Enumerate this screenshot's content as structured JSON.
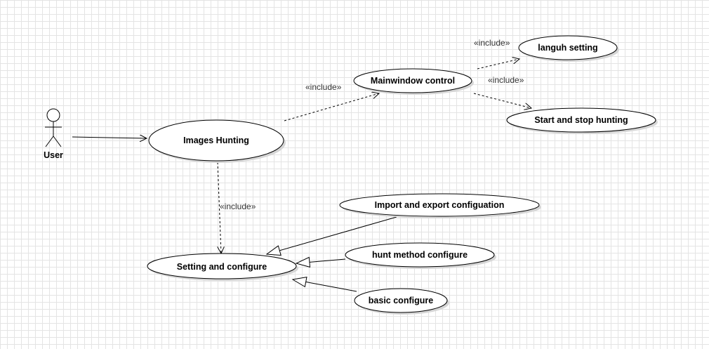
{
  "actor": {
    "label": "User"
  },
  "use_cases": {
    "images_hunting": "Images Hunting",
    "mainwindow_control": "Mainwindow control",
    "language_setting": "languh setting",
    "start_stop_hunting": "Start and stop hunting",
    "import_export_config": "Import and export configuation",
    "hunt_method_configure": "hunt method configure",
    "setting_and_configure": "Setting and configure",
    "basic_configure": "basic configure"
  },
  "relations": {
    "include_label": "«include»"
  },
  "colors": {
    "ellipse_fill": "#ffffff",
    "stroke": "#000000",
    "grid": "#e4e4e4",
    "shadow": "#d6d6d6"
  }
}
